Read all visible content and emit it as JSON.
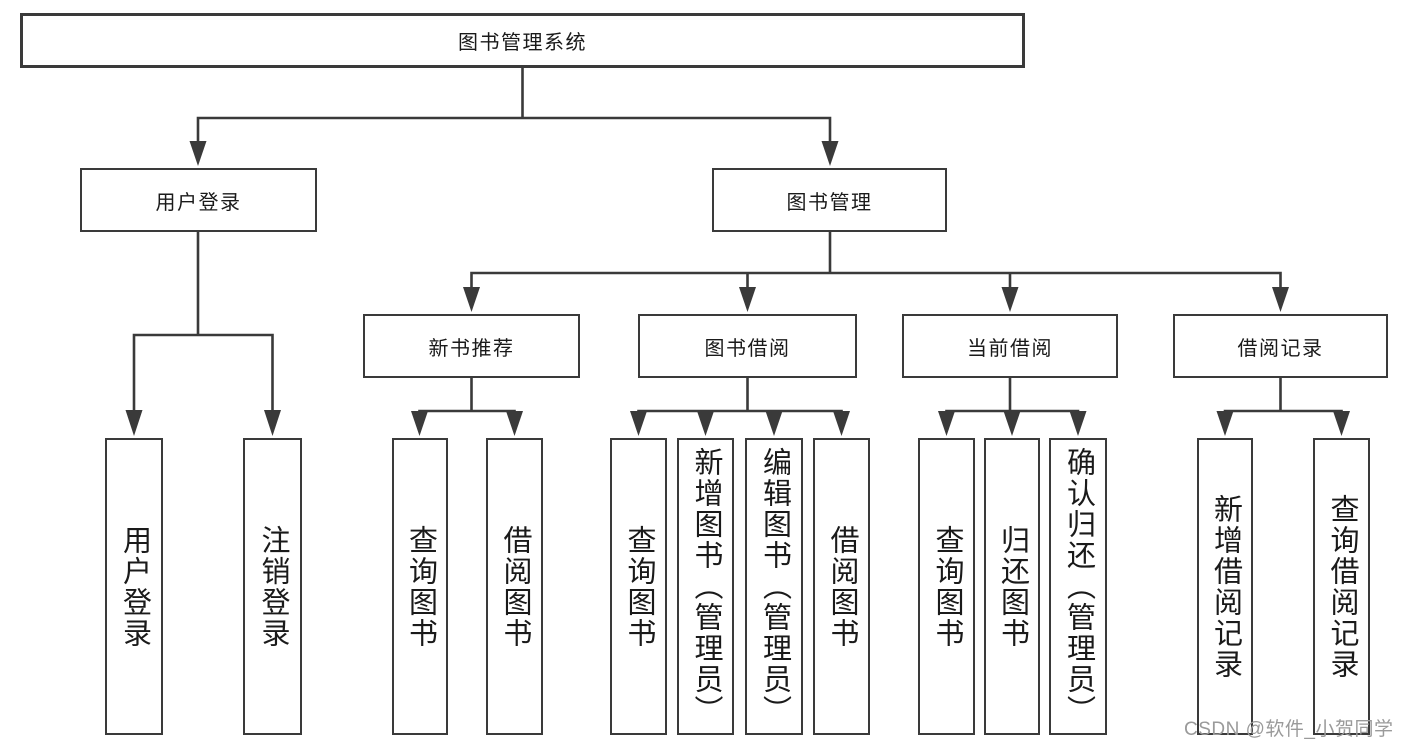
{
  "diagram": {
    "root": {
      "label": "图书管理系统"
    },
    "level2": [
      {
        "label": "用户登录"
      },
      {
        "label": "图书管理"
      }
    ],
    "level3": [
      {
        "label": "新书推荐"
      },
      {
        "label": "图书借阅"
      },
      {
        "label": "当前借阅"
      },
      {
        "label": "借阅记录"
      }
    ],
    "leaves": {
      "user": [
        {
          "label": "用户登录"
        },
        {
          "label": "注销登录"
        }
      ],
      "recommend": [
        {
          "label": "查询图书"
        },
        {
          "label": "借阅图书"
        }
      ],
      "borrow": [
        {
          "label": "查询图书"
        },
        {
          "label": "新增图书（管理员）"
        },
        {
          "label": "编辑图书（管理员）"
        },
        {
          "label": "借阅图书"
        }
      ],
      "current": [
        {
          "label": "查询图书"
        },
        {
          "label": "归还图书"
        },
        {
          "label": "确认归还（管理员）"
        }
      ],
      "records": [
        {
          "label": "新增借阅记录"
        },
        {
          "label": "查询借阅记录"
        }
      ]
    },
    "watermark": "CSDN @软件_小贺同学",
    "colors": {
      "line": "#3a3a3a",
      "text": "#1a1a1a",
      "watermark": "#9a9a9a",
      "background": "#ffffff"
    }
  }
}
